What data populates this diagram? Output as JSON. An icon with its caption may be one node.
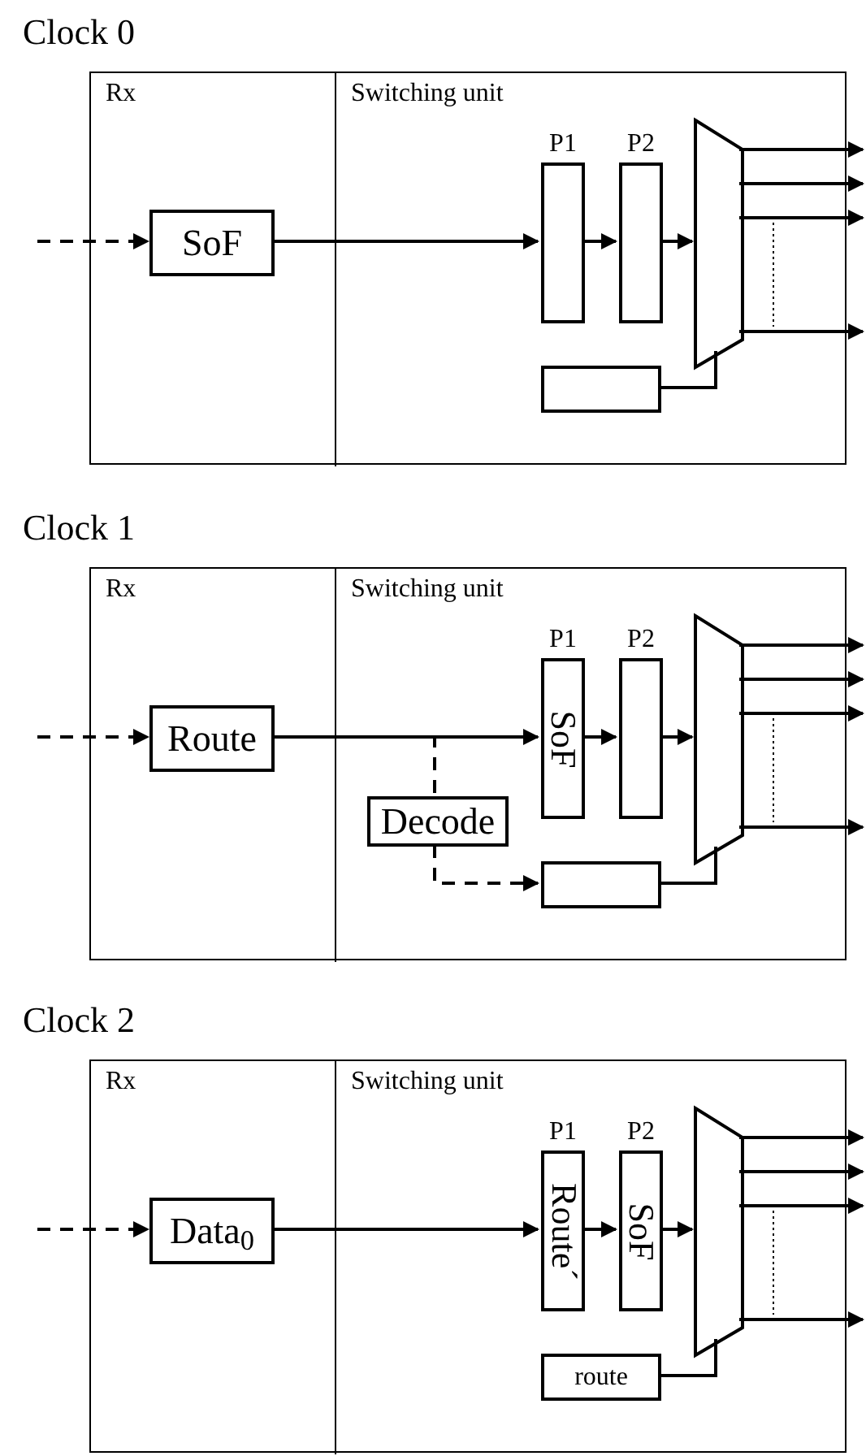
{
  "diagram": {
    "nodes": [
      {
        "text": [
          "Clock 0"
        ]
      },
      {
        "text": [
          "Rx"
        ],
        "in": 0
      },
      {
        "text": [
          "Switching unit"
        ],
        "in": 0
      },
      {
        "text": [
          "SoF"
        ],
        "in": 1
      },
      {
        "text": [
          "P1"
        ],
        "in": 2
      },
      {
        "text": [
          "P2"
        ],
        "in": 2
      },
      {
        "text": [],
        "shape": "trapezoid",
        "in": 2
      },
      {
        "text": [],
        "shape": "box",
        "in": 2
      },
      {
        "text": [
          "Clock 1"
        ]
      },
      {
        "text": [
          "Rx"
        ],
        "in": 8
      },
      {
        "text": [
          "Switching unit"
        ],
        "in": 8
      },
      {
        "text": [
          "Route"
        ],
        "in": 9
      },
      {
        "text": [
          "Decode"
        ],
        "in": 10
      },
      {
        "text": [
          "P1",
          "SoF"
        ],
        "in": 10
      },
      {
        "text": [
          "P2"
        ],
        "in": 10
      },
      {
        "text": [],
        "shape": "trapezoid",
        "in": 10
      },
      {
        "text": [],
        "shape": "box",
        "in": 10
      },
      {
        "text": [
          "Clock 2"
        ]
      },
      {
        "text": [
          "Rx"
        ],
        "in": 17
      },
      {
        "text": [
          "Switching unit"
        ],
        "in": 17
      },
      {
        "text": [
          "Data$_{0}$"
        ],
        "in": 18
      },
      {
        "text": [
          "P1",
          "Route´"
        ],
        "in": 19
      },
      {
        "text": [
          "P2",
          "SoF"
        ],
        "in": 19
      },
      {
        "text": [],
        "shape": "trapezoid",
        "in": 19
      },
      {
        "text": [
          "route"
        ],
        "in": 19
      }
    ],
    "edges": [
      {
        "from": null,
        "to": 3,
        "arrow": "to",
        "style": "dashed"
      },
      {
        "from": 3,
        "to": 4,
        "arrow": "to"
      },
      {
        "from": 4,
        "to": 5,
        "arrow": "to"
      },
      {
        "from": 5,
        "to": 6,
        "arrow": "to"
      },
      {
        "from": 7,
        "to": 6,
        "arrow": "none"
      },
      {
        "from": 6,
        "to": null,
        "arrow": "to"
      },
      {
        "from": 6,
        "to": null,
        "arrow": "to"
      },
      {
        "from": 6,
        "to": null,
        "arrow": "to"
      },
      {
        "from": 6,
        "to": null,
        "arrow": "to"
      },
      {
        "from": null,
        "to": 11,
        "arrow": "to",
        "style": "dashed"
      },
      {
        "from": 11,
        "to": 13,
        "arrow": "to"
      },
      {
        "from": 11,
        "to": 12,
        "arrow": "none",
        "style": "dashed"
      },
      {
        "from": 12,
        "to": 16,
        "arrow": "to",
        "style": "dashed"
      },
      {
        "from": 13,
        "to": 14,
        "arrow": "to"
      },
      {
        "from": 14,
        "to": 15,
        "arrow": "to"
      },
      {
        "from": 16,
        "to": 15,
        "arrow": "none"
      },
      {
        "from": 15,
        "to": null,
        "arrow": "to"
      },
      {
        "from": 15,
        "to": null,
        "arrow": "to"
      },
      {
        "from": 15,
        "to": null,
        "arrow": "to"
      },
      {
        "from": 15,
        "to": null,
        "arrow": "to"
      },
      {
        "from": null,
        "to": 20,
        "arrow": "to",
        "style": "dashed"
      },
      {
        "from": 20,
        "to": 21,
        "arrow": "to"
      },
      {
        "from": 21,
        "to": 22,
        "arrow": "to"
      },
      {
        "from": 22,
        "to": 23,
        "arrow": "to"
      },
      {
        "from": 24,
        "to": 23,
        "arrow": "none"
      },
      {
        "from": 23,
        "to": null,
        "arrow": "to"
      },
      {
        "from": 23,
        "to": null,
        "arrow": "to"
      },
      {
        "from": 23,
        "to": null,
        "arrow": "to"
      },
      {
        "from": 23,
        "to": null,
        "arrow": "to"
      }
    ]
  }
}
